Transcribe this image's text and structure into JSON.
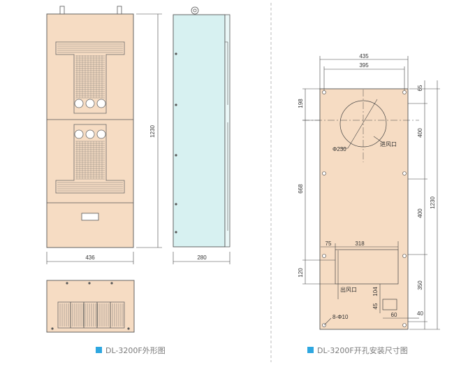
{
  "colors": {
    "panel_fill": "#f6dcc3",
    "panel_stroke": "#555555",
    "side_fill": "#d7f1f1",
    "grille": "#666666",
    "dim_line": "#444444",
    "caption_square": "#2ea7e0",
    "caption_text": "#7a7a7a",
    "divider": "#bbbbbb"
  },
  "front_view": {
    "width_label": "436",
    "height_label": "1230"
  },
  "side_view": {
    "depth_label": "280"
  },
  "cutout_view": {
    "outer_width_label": "435",
    "hole_span_label": "395",
    "right_dims": [
      "65",
      "400",
      "400",
      "350",
      "40"
    ],
    "total_height_label": "1230",
    "left_dims": [
      "198",
      "668",
      "120"
    ],
    "inlet_diameter_label": "Φ230",
    "inlet_label": "进风口",
    "outlet_label": "出风口",
    "outlet_offset_label": "75",
    "outlet_width_label": "318",
    "dim_104": "104",
    "dim_45": "45",
    "dim_60": "60",
    "holes_label": "8-Φ10"
  },
  "captions": {
    "left": "DL-3200F外形图",
    "right": "DL-3200F开孔安装尺寸图"
  }
}
